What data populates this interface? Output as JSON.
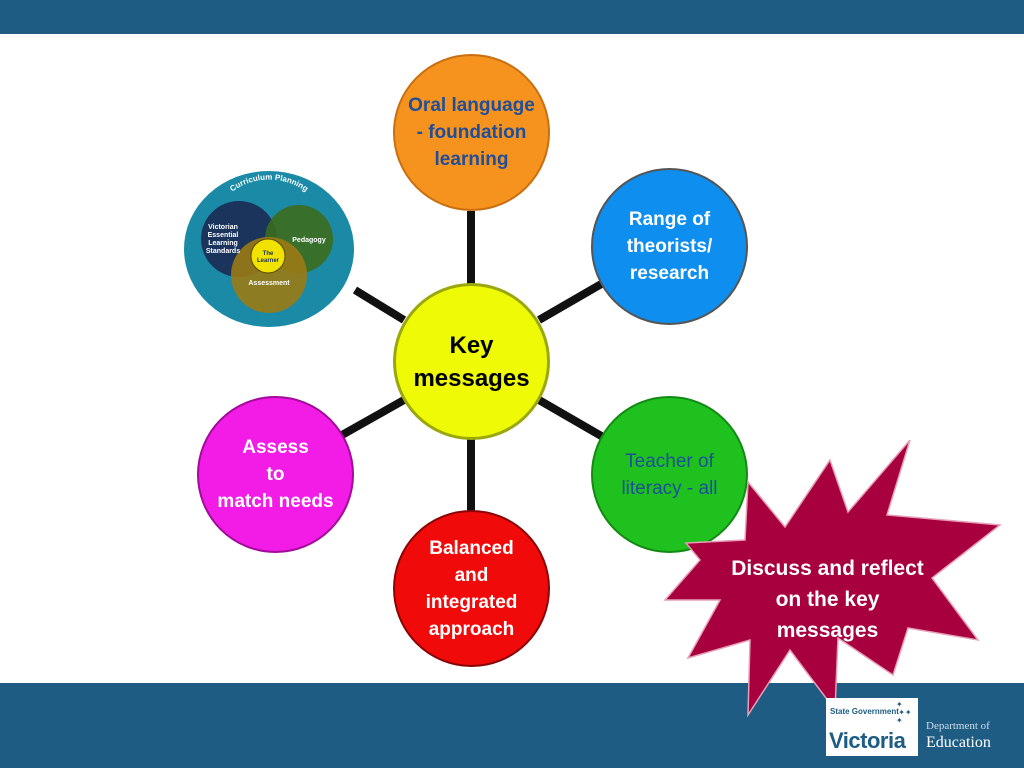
{
  "diagram": {
    "center": "Key\nmessages",
    "nodes": [
      {
        "id": "oral",
        "label": "Oral language\n- foundation\nlearning",
        "fill": "#f5931e"
      },
      {
        "id": "range",
        "label": "Range of\ntheorists/\nresearch",
        "fill": "#0e8ff0"
      },
      {
        "id": "teacher",
        "label": "Teacher of\nliteracy - all",
        "fill": "#1fc11f"
      },
      {
        "id": "balanced",
        "label": "Balanced\nand\nintegrated\napproach",
        "fill": "#f00a0a"
      },
      {
        "id": "assess",
        "label": "Assess\nto\nmatch needs",
        "fill": "#f21ce6"
      }
    ],
    "center_fill": "#eefa06"
  },
  "callout": {
    "text": "Discuss and reflect\non the key\nmessages",
    "fill": "#a8003e"
  },
  "curriculum_graphic": {
    "title": "Curriculum Planning",
    "circles": [
      "Victorian\nEssential\nLearning\nStandards",
      "Pedagogy",
      "Assessment"
    ],
    "center": "The\nLearner"
  },
  "footer_logo": {
    "small": "State Government",
    "big": "Victoria",
    "dept": "Department of",
    "edu": "Education"
  },
  "colors": {
    "bar": "#1e5c84"
  }
}
